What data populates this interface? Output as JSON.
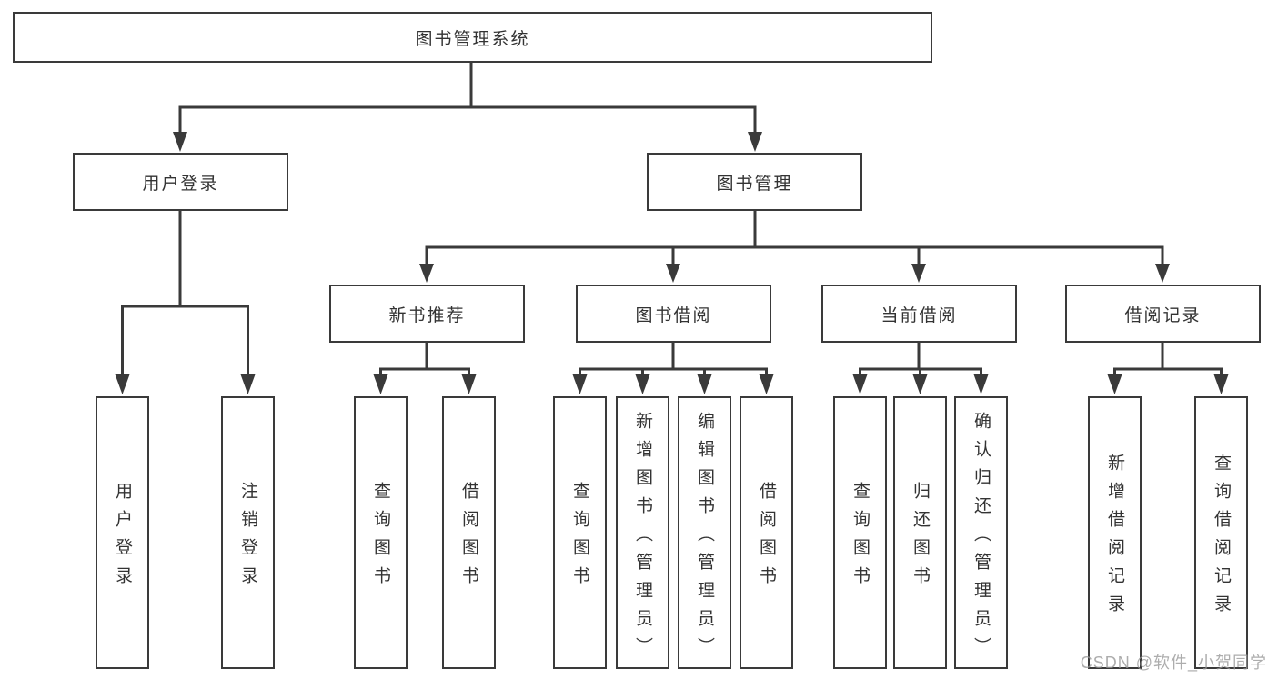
{
  "tree": {
    "root": "图书管理系统",
    "children": [
      {
        "label": "用户登录",
        "children": [
          "用户登录",
          "注销登录"
        ]
      },
      {
        "label": "图书管理",
        "children": [
          {
            "label": "新书推荐",
            "children": [
              "查询图书",
              "借阅图书"
            ]
          },
          {
            "label": "图书借阅",
            "children": [
              "查询图书",
              "新增图书（管理员）",
              "编辑图书（管理员）",
              "借阅图书"
            ]
          },
          {
            "label": "当前借阅",
            "children": [
              "查询图书",
              "归还图书",
              "确认归还（管理员）"
            ]
          },
          {
            "label": "借阅记录",
            "children": [
              "新增借阅记录",
              "查询借阅记录"
            ]
          }
        ]
      }
    ]
  },
  "watermark": "CSDN @软件_小贺同学",
  "colors": {
    "line": "#3a3a3a",
    "text": "#333333",
    "background": "#ffffff",
    "watermark": "#999999"
  }
}
